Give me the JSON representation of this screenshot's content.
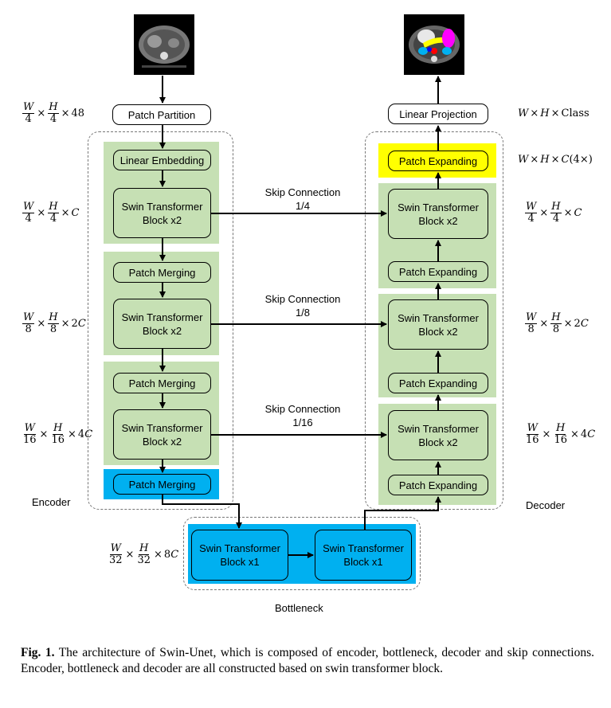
{
  "boxes": {
    "patch_partition": "Patch Partition",
    "linear_embedding": "Linear Embedding",
    "enc_swin": [
      "Swin Transformer",
      "Block x2"
    ],
    "patch_merging": "Patch Merging",
    "bottleneck_swin": [
      "Swin Transformer",
      "Block x1"
    ],
    "linear_projection": "Linear Projection",
    "patch_expanding": "Patch Expanding",
    "dec_swin": [
      "Swin Transformer",
      "Block x2"
    ]
  },
  "skip": {
    "title": "Skip Connection",
    "levels": [
      "1/4",
      "1/8",
      "1/16"
    ]
  },
  "sections": {
    "encoder": "Encoder",
    "decoder": "Decoder",
    "bottleneck": "Bottleneck"
  },
  "dims": {
    "W": "W",
    "H": "H",
    "C": "C",
    "Class": "Class",
    "d4": "4",
    "d8": "8",
    "d16": "16",
    "d32": "32",
    "n48": "48",
    "c2": "2",
    "c4": "4",
    "c8": "8",
    "c4x": "(4×)"
  },
  "caption": {
    "label": "Fig. 1.",
    "text": "The architecture of Swin-Unet, which is composed of encoder, bottleneck, decoder and skip connections. Encoder, bottleneck and decoder are all constructed based on swin transformer block."
  },
  "colors": {
    "green": "#c6e0b4",
    "blue": "#00b0f0",
    "yellow": "#ffff00"
  }
}
